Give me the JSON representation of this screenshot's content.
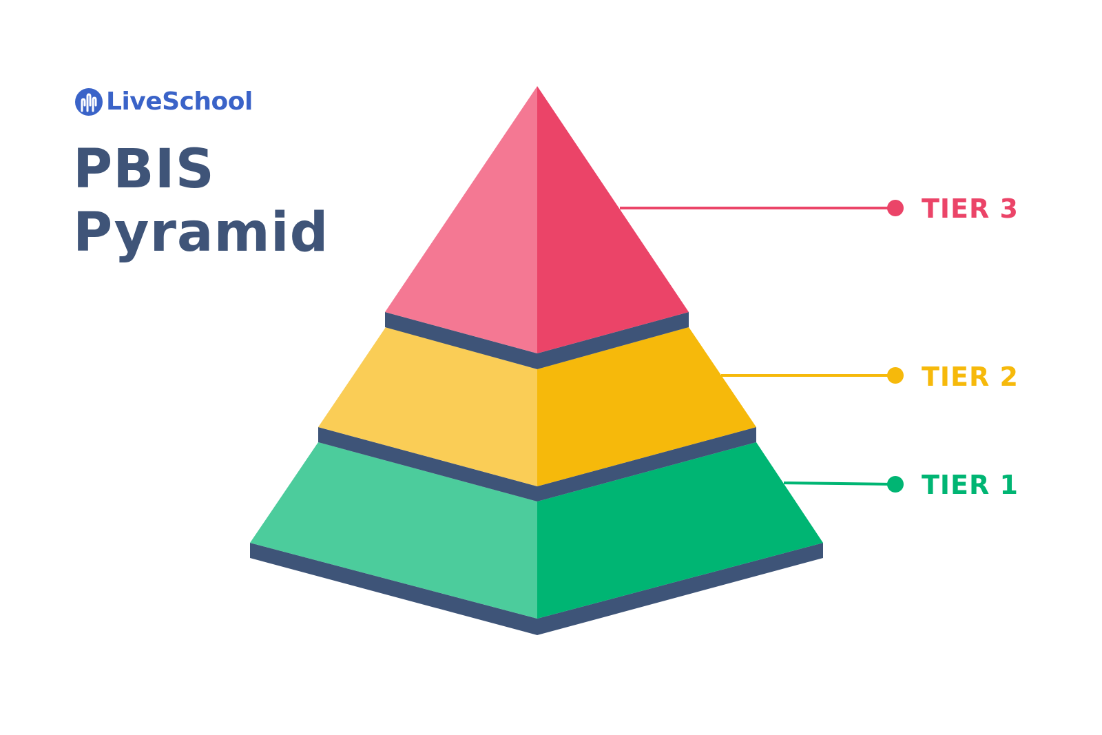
{
  "brand": {
    "name": "LiveSchool",
    "color": "#3a63c8"
  },
  "title": {
    "line1": "PBIS",
    "line2": "Pyramid",
    "color": "#3f5478"
  },
  "tiers": [
    {
      "label": "TIER 3",
      "color": "#eb4468",
      "light": "#f47893"
    },
    {
      "label": "TIER 2",
      "color": "#f6b90b",
      "light": "#facd56"
    },
    {
      "label": "TIER 1",
      "color": "#00b573",
      "light": "#4ccc9c"
    }
  ],
  "ledge_color": "#3e5478"
}
